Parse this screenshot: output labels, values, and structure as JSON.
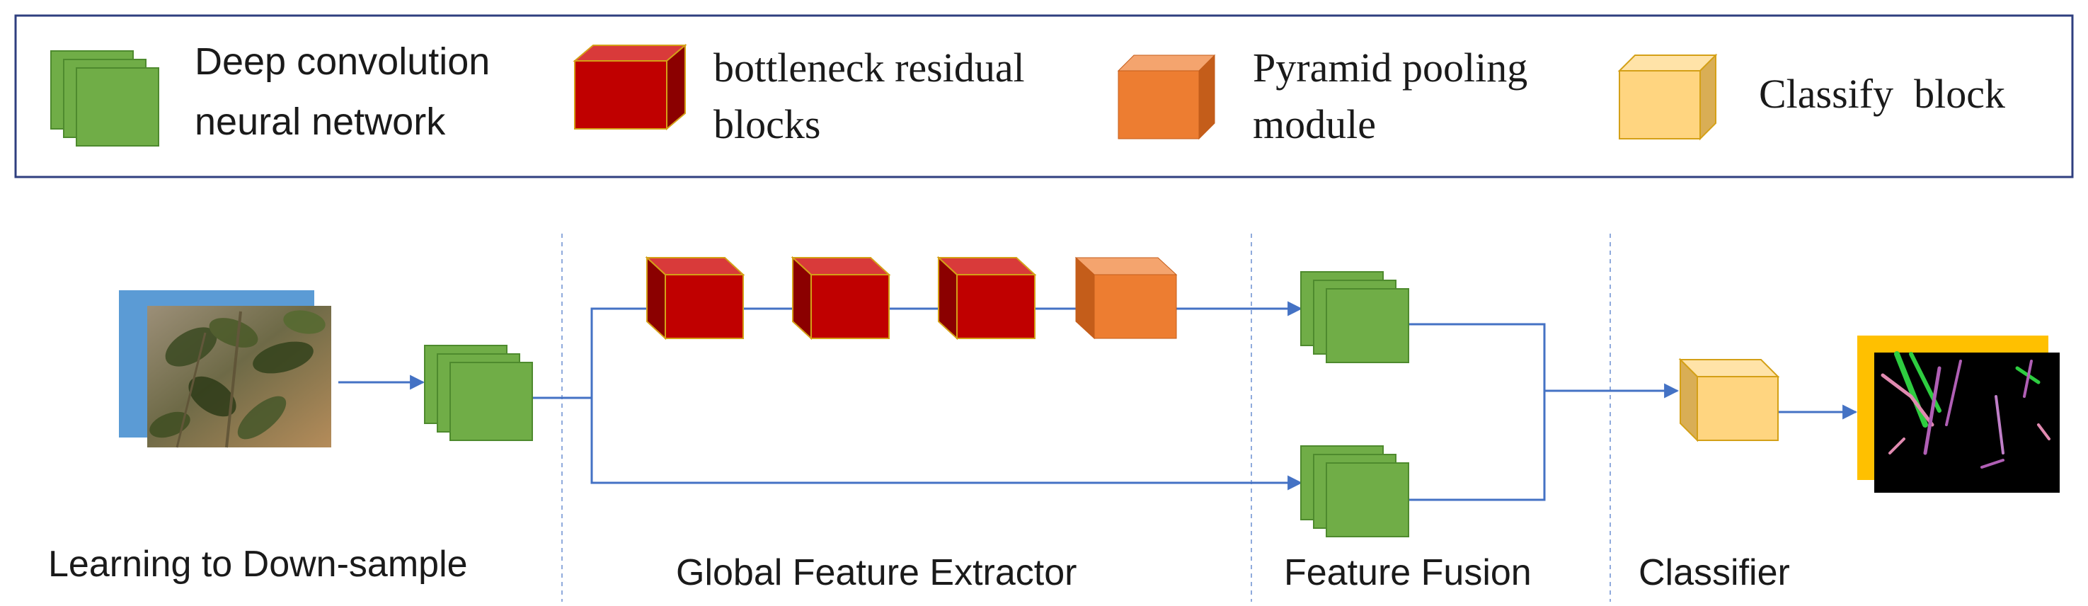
{
  "legend": {
    "items": [
      {
        "icon": "green-stack-icon",
        "lines": [
          "Deep convolution",
          "neural network"
        ],
        "font": "sans"
      },
      {
        "icon": "red-cube-icon",
        "lines": [
          "bottleneck residual",
          "blocks"
        ],
        "font": "serif"
      },
      {
        "icon": "orange-cube-icon",
        "lines": [
          "Pyramid pooling",
          "module"
        ],
        "font": "serif"
      },
      {
        "icon": "yellow-cube-icon",
        "lines": [
          "Classify  block"
        ],
        "font": "serif"
      }
    ]
  },
  "stages": {
    "learning": "Learning to Down-sample",
    "global": "Global Feature Extractor",
    "fusion": "Feature Fusion",
    "classifier": "Classifier"
  },
  "colors": {
    "green": "#70ad47",
    "green_dark": "#4e8a2e",
    "red_front": "#c00000",
    "red_top": "#d93a3a",
    "red_side": "#8b0000",
    "orange_front": "#ed7d31",
    "orange_top": "#f4a46e",
    "orange_side": "#c45d1a",
    "yellow_front": "#ffd580",
    "yellow_top": "#ffe3a8",
    "yellow_side": "#d9ae55",
    "cube_edge": "#d4a017",
    "arrow": "#4472c4",
    "legend_border": "#2f3f7f",
    "divider": "#8faadc",
    "input_back": "#5b9bd5",
    "output_back": "#ffc000"
  }
}
